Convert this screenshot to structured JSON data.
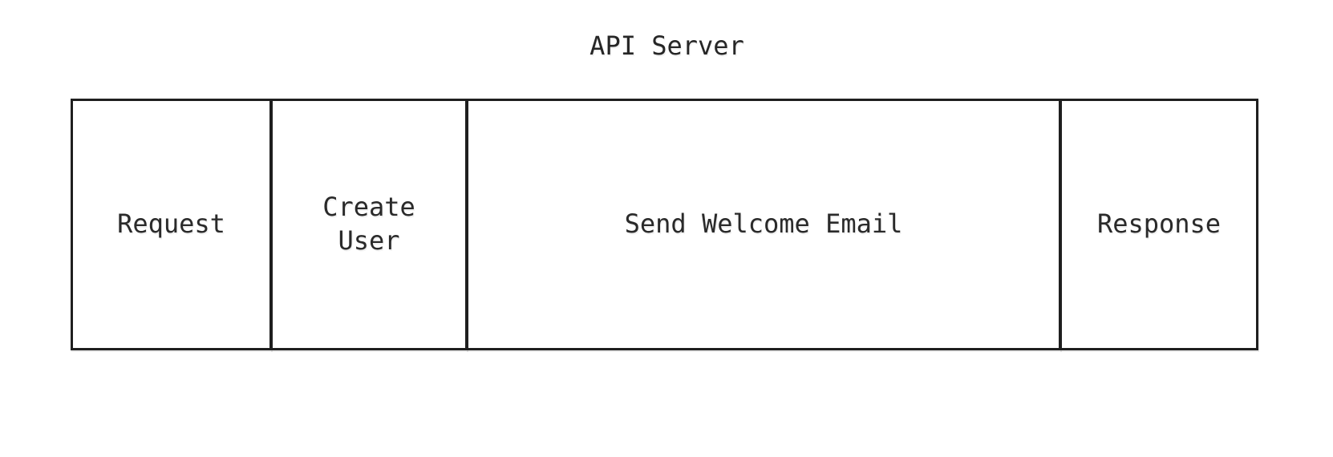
{
  "title": "API Server",
  "diagram": {
    "spans": [
      {
        "label": "Request"
      },
      {
        "label": "Create User"
      },
      {
        "label": "Send Welcome Email"
      },
      {
        "label": "Response"
      }
    ]
  },
  "colors": {
    "background": "#ffffff",
    "border": "#1f1f1f",
    "text": "#2a2a2a"
  }
}
